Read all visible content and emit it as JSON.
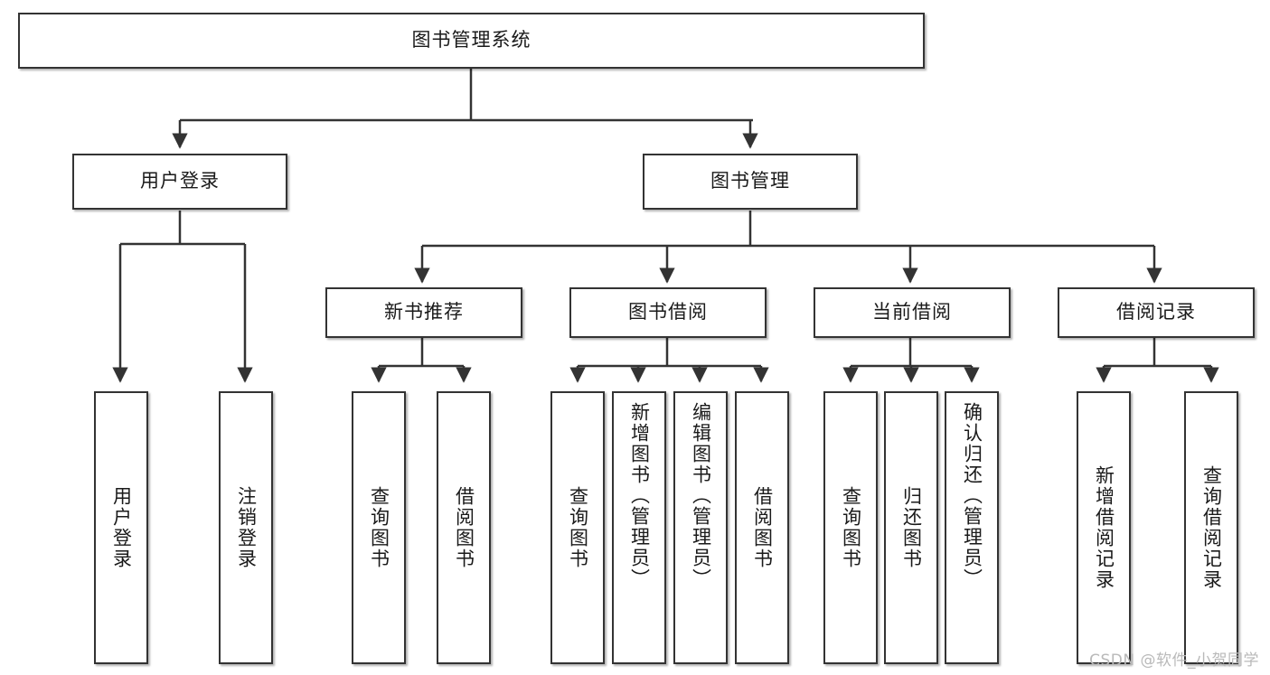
{
  "diagram": {
    "title": "图书管理系统",
    "type": "tree",
    "root": {
      "id": "root",
      "label": "图书管理系统"
    },
    "level2": [
      {
        "id": "user-login",
        "label": "用户登录"
      },
      {
        "id": "book-manage",
        "label": "图书管理"
      }
    ],
    "level3": [
      {
        "id": "new-book-rec",
        "label": "新书推荐",
        "parent": "book-manage"
      },
      {
        "id": "book-borrow",
        "label": "图书借阅",
        "parent": "book-manage"
      },
      {
        "id": "current-borrow",
        "label": "当前借阅",
        "parent": "book-manage"
      },
      {
        "id": "borrow-record",
        "label": "借阅记录",
        "parent": "book-manage"
      }
    ],
    "leaves": {
      "user-login": [
        {
          "id": "leaf-user-login",
          "label": "用户登录"
        },
        {
          "id": "leaf-user-logout",
          "label": "注销登录"
        }
      ],
      "new-book-rec": [
        {
          "id": "leaf-query-book-1",
          "label": "查询图书"
        },
        {
          "id": "leaf-borrow-book-1",
          "label": "借阅图书"
        }
      ],
      "book-borrow": [
        {
          "id": "leaf-query-book-2",
          "label": "查询图书"
        },
        {
          "id": "leaf-add-book",
          "label": "新增图书（管理员）"
        },
        {
          "id": "leaf-edit-book",
          "label": "编辑图书（管理员）"
        },
        {
          "id": "leaf-borrow-book-2",
          "label": "借阅图书"
        }
      ],
      "current-borrow": [
        {
          "id": "leaf-query-book-3",
          "label": "查询图书"
        },
        {
          "id": "leaf-return-book",
          "label": "归还图书"
        },
        {
          "id": "leaf-confirm-return",
          "label": "确认归还（管理员）"
        }
      ],
      "borrow-record": [
        {
          "id": "leaf-add-record",
          "label": "新增借阅记录"
        },
        {
          "id": "leaf-query-record",
          "label": "查询借阅记录"
        }
      ]
    }
  },
  "watermark": {
    "text": "CSDN @软件_小贺同学"
  },
  "colors": {
    "stroke": "#333333",
    "box_fill": "#ffffff",
    "text": "#1a1a1a",
    "watermark": "#b9b9b9",
    "background": "#ffffff"
  }
}
